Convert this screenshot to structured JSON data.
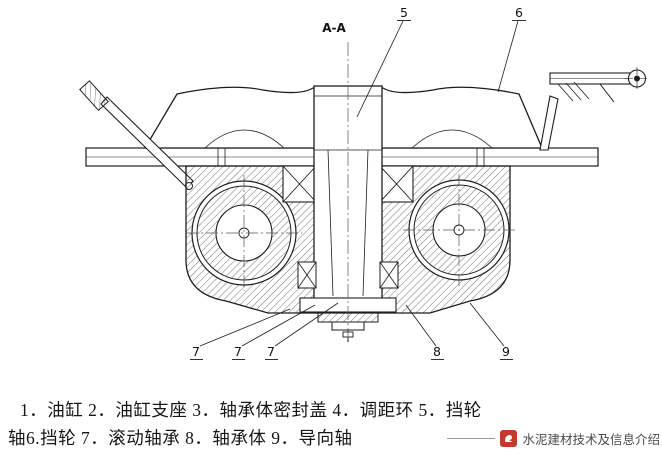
{
  "drawing": {
    "section_label": "A-A",
    "callouts": {
      "c5": "5",
      "c6": "6",
      "c7a": "7",
      "c7b": "7",
      "c7c": "7",
      "c8": "8",
      "c9": "9"
    }
  },
  "caption": {
    "line1": "1．油缸 2．油缸支座 3．轴承体密封盖 4．调距环 5．挡轮",
    "line2": "轴6.挡轮 7．滚动轴承 8．轴承体 9．导向轴"
  },
  "parts": [
    {
      "num": "1",
      "name": "油缸"
    },
    {
      "num": "2",
      "name": "油缸支座"
    },
    {
      "num": "3",
      "name": "轴承体密封盖"
    },
    {
      "num": "4",
      "name": "调距环"
    },
    {
      "num": "5",
      "name": "挡轮轴"
    },
    {
      "num": "6",
      "name": "挡轮"
    },
    {
      "num": "7",
      "name": "滚动轴承"
    },
    {
      "num": "8",
      "name": "轴承体"
    },
    {
      "num": "9",
      "name": "导向轴"
    }
  ],
  "footer": {
    "watermark_text": "水泥建材技术及信息介绍",
    "icon_color": "#c23b2c"
  }
}
